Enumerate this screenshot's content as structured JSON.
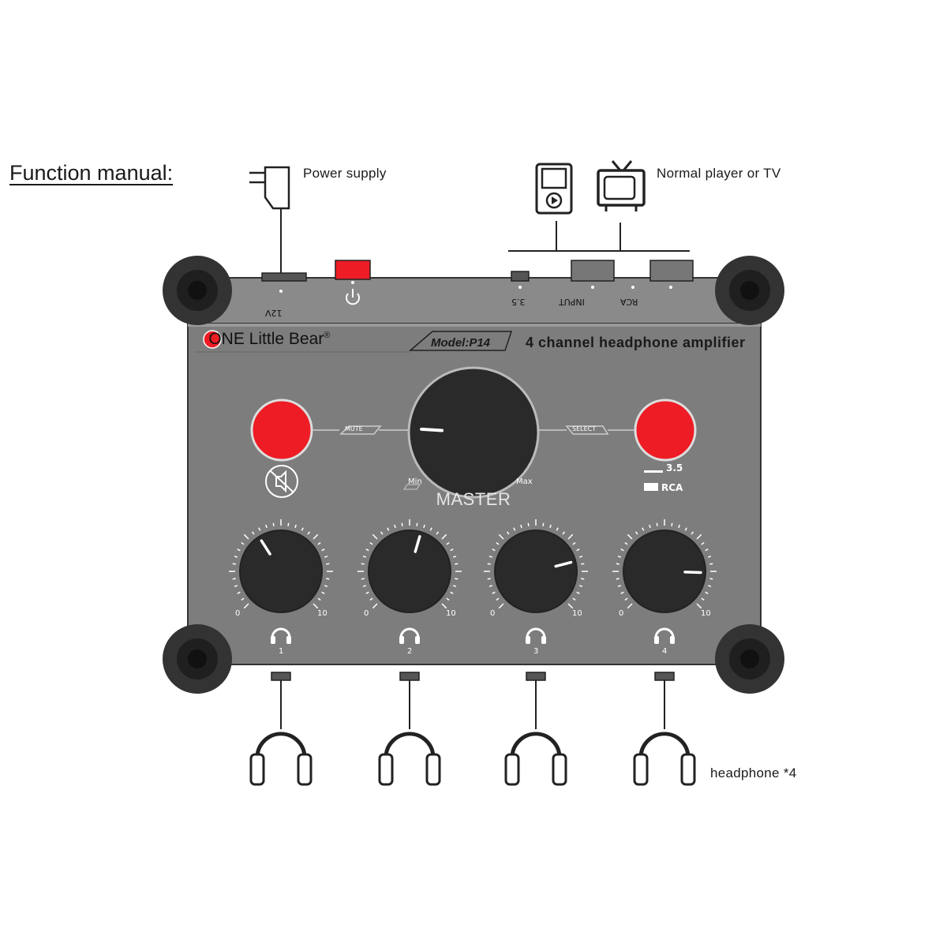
{
  "heading": "Function manual:",
  "captions": {
    "power_supply": "Power supply",
    "player": "Normal player or TV",
    "headphones": "headphone *4"
  },
  "device": {
    "brand": "ONE Little Bear",
    "brand_mark": "®",
    "model": "Model:P14",
    "subtitle": "4 channel headphone amplifier",
    "master_label": "MASTER",
    "master_min": "Min",
    "master_max": "Max",
    "mute_label": "MUTE",
    "select_label": "SELECT",
    "input_35": "3.5",
    "input_rca": "RCA",
    "input_label": "INPUT",
    "power_rating": "12V",
    "selector_options": [
      "3.5",
      "RCA"
    ],
    "channels": [
      {
        "number": "1",
        "min": "0",
        "max": "10",
        "level": 0.38
      },
      {
        "number": "2",
        "min": "0",
        "max": "10",
        "level": 0.56
      },
      {
        "number": "3",
        "min": "0",
        "max": "10",
        "level": 0.78
      },
      {
        "number": "4",
        "min": "0",
        "max": "10",
        "level": 0.84
      }
    ],
    "master_level": 0.18
  },
  "colors": {
    "panel": "#7d7d7d",
    "panel_dark": "#555555",
    "knob": "#2a2a2a",
    "button_red": "#ee1c24",
    "foot": "#333333"
  },
  "icons": [
    "wall-adapter-icon",
    "media-player-icon",
    "tv-icon",
    "power-icon",
    "mute-icon",
    "headphone-port-icon",
    "headphones-icon"
  ]
}
